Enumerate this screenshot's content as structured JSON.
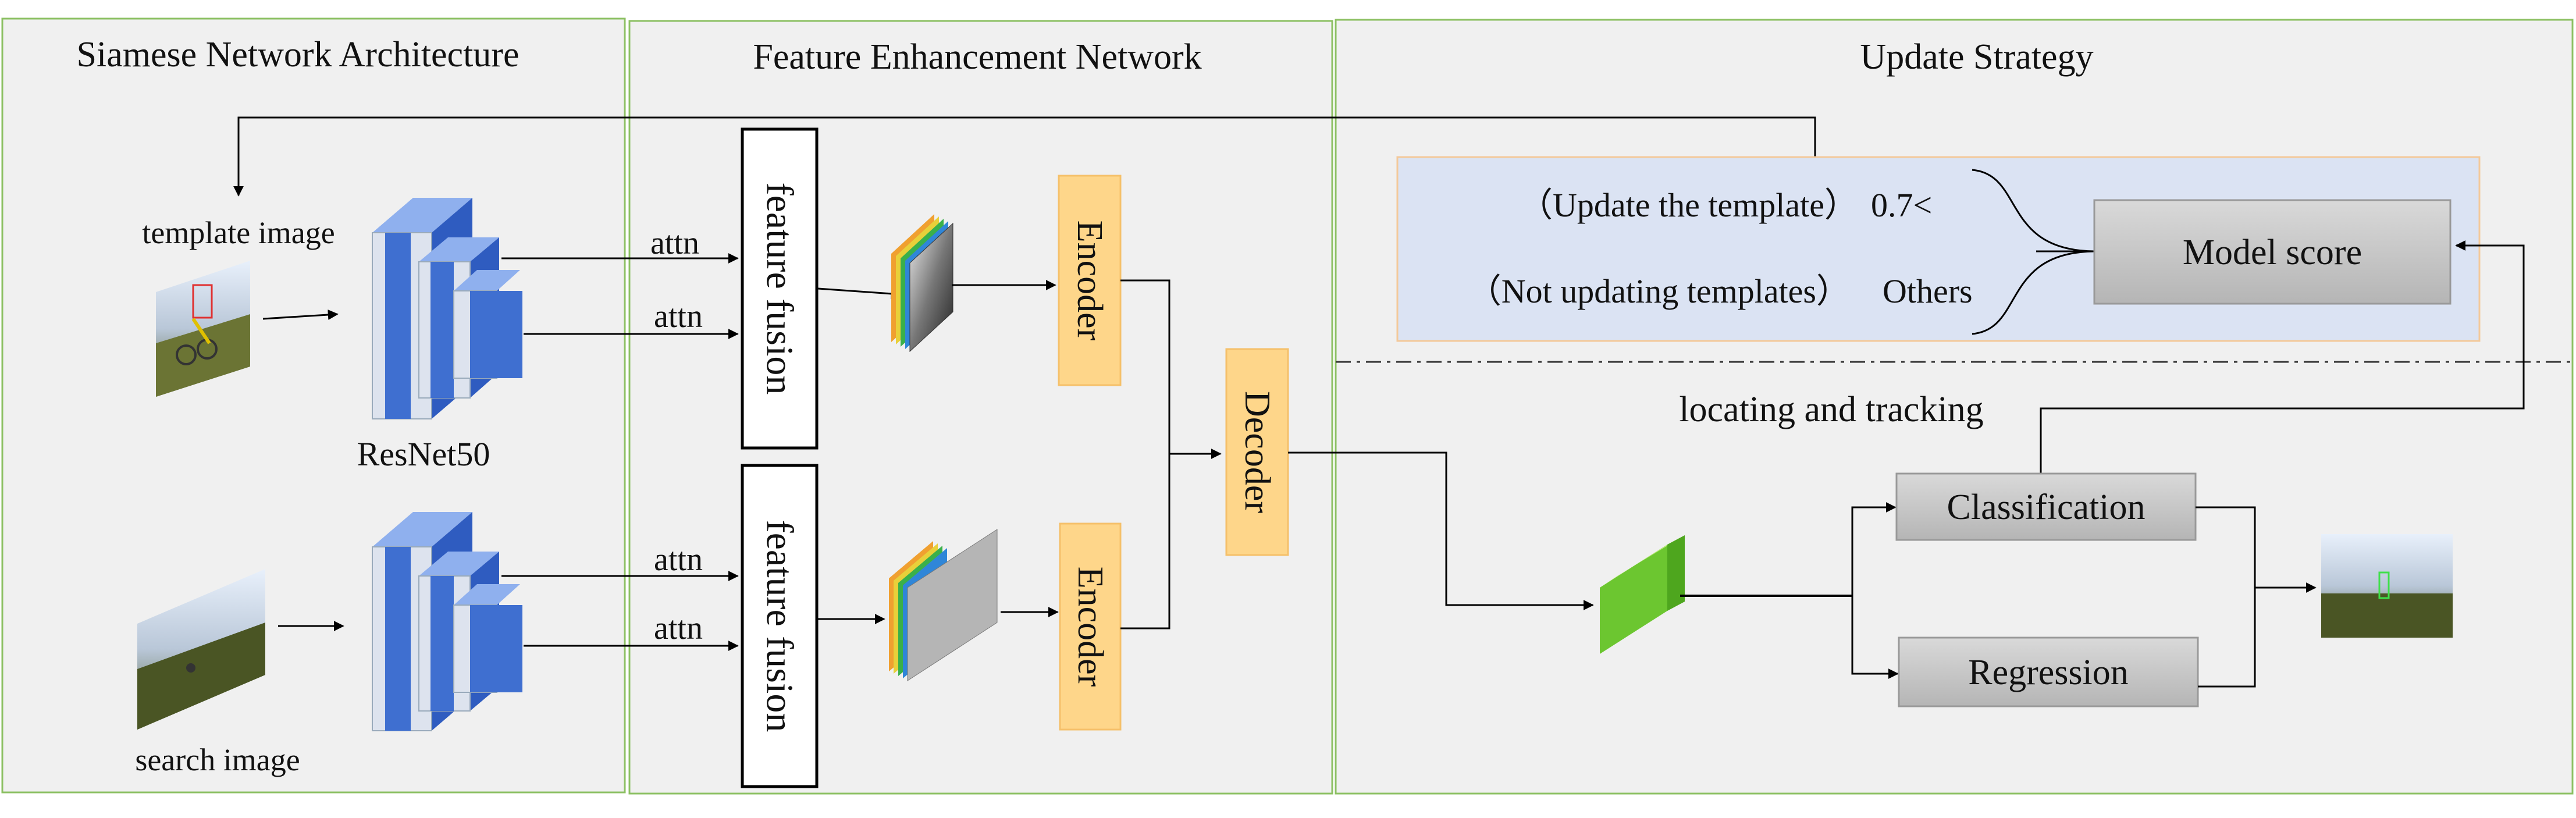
{
  "sections": {
    "siamese": {
      "title": "Siamese Network Architecture"
    },
    "fen": {
      "title": "Feature Enhancement Network"
    },
    "update": {
      "title": "Update Strategy"
    }
  },
  "siamese": {
    "template_label": "template image",
    "search_label": "search image",
    "backbone_label": "ResNet50"
  },
  "fen": {
    "attn_label": "attn",
    "fusion_label": "feature fusion",
    "encoder_label": "Encoder",
    "decoder_label": "Decoder"
  },
  "update": {
    "update_condition": "0.7<",
    "update_action": "（Update the template）",
    "no_update_condition": "Others",
    "no_update_action": "（Not updating templates）",
    "model_score": "Model score",
    "locating_label": "locating and tracking",
    "classification": "Classification",
    "regression": "Regression"
  },
  "colors": {
    "panel_fill": "#f0f0f0",
    "panel_border": "#8cc063",
    "update_box_fill": "#dbe3f3",
    "update_box_border": "#f3c99a",
    "encoder_fill": "#fed68a",
    "encoder_border": "#f5c06a",
    "gray_box_fill": "#c8c8c8",
    "resnet_blue": "#3f6fd0",
    "feature_green": "#8fd14a"
  },
  "icons": [
    "resnet-block-icon",
    "feature-map-stack-icon",
    "green-feature-cube-icon",
    "photo-thumbnail-icon"
  ]
}
